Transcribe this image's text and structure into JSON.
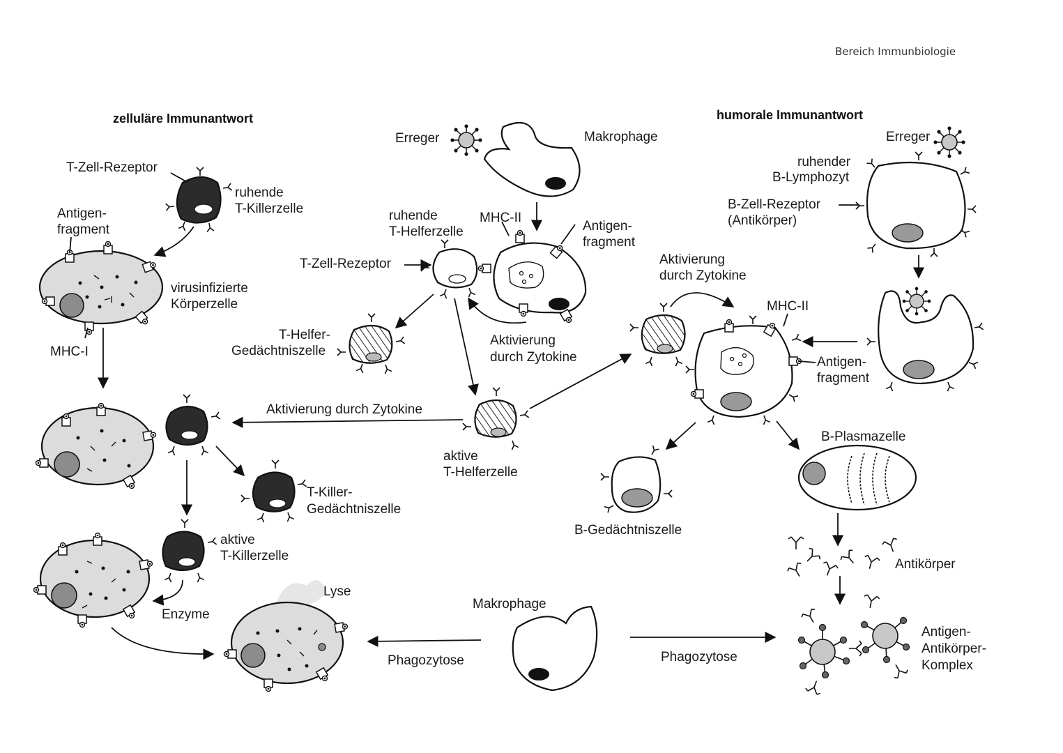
{
  "header": {
    "corner": "Bereich Immunbiologie",
    "cellular_title": "zelluläre Immunantwort",
    "humoral_title": "humorale Immunantwort"
  },
  "labels": {
    "t_cell_receptor_left": "T-Zell-Rezeptor",
    "resting_killer_1": "ruhende",
    "resting_killer_2": "T-Killerzelle",
    "antigen_fragment_left_1": "Antigen-",
    "antigen_fragment_left_2": "fragment",
    "infected_cell_1": "virusinfizierte",
    "infected_cell_2": "Körperzelle",
    "mhc1": "MHC-I",
    "pathogen_center": "Erreger",
    "macrophage_top": "Makrophage",
    "resting_helper_1": "ruhende",
    "resting_helper_2": "T-Helferzelle",
    "mhc2_center": "MHC-II",
    "antigen_fragment_center_1": "Antigen-",
    "antigen_fragment_center_2": "fragment",
    "t_cell_receptor_center": "T-Zell-Rezeptor",
    "helper_memory_1": "T-Helfer-",
    "helper_memory_2": "Gedächtniszelle",
    "activation_cytokines_center_1": "Aktivierung",
    "activation_cytokines_center_2": "durch Zytokine",
    "activation_cytokines_long": "Aktivierung durch Zytokine",
    "active_helper_1": "aktive",
    "active_helper_2": "T-Helferzelle",
    "killer_memory_1": "T-Killer-",
    "killer_memory_2": "Gedächtniszelle",
    "active_killer_1": "aktive",
    "active_killer_2": "T-Killerzelle",
    "enzymes": "Enzyme",
    "lysis": "Lyse",
    "macrophage_bottom": "Makrophage",
    "phagocytosis_left": "Phagozytose",
    "phagocytosis_right": "Phagozytose",
    "pathogen_right": "Erreger",
    "resting_b_1": "ruhender",
    "resting_b_2": "B-Lymphozyt",
    "b_cell_receptor_1": "B-Zell-Rezeptor",
    "b_cell_receptor_2": "(Antikörper)",
    "activation_cytokines_right_1": "Aktivierung",
    "activation_cytokines_right_2": "durch Zytokine",
    "mhc2_right": "MHC-II",
    "antigen_fragment_right_1": "Antigen-",
    "antigen_fragment_right_2": "fragment",
    "plasma_cell": "B-Plasmazelle",
    "b_memory": "B-Gedächtniszelle",
    "antibodies": "Antikörper",
    "complex_1": "Antigen-",
    "complex_2": "Antikörper-",
    "complex_3": "Komplex"
  },
  "colors": {
    "killer_cell": "#2b2b2b",
    "infected_cytoplasm": "#dcdcdc",
    "nucleus": "#8c8c8c",
    "pathogen": "#c8c8c8"
  }
}
